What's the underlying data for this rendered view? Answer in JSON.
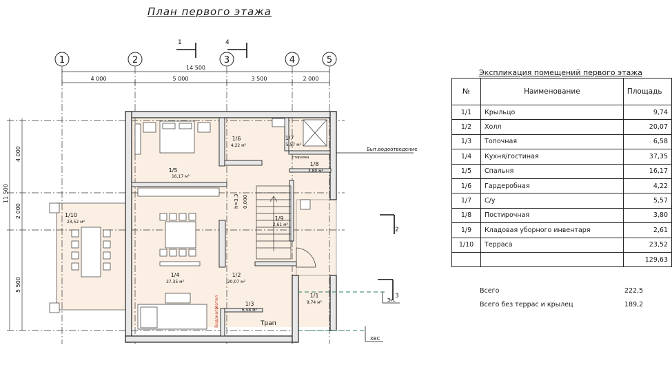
{
  "title": "План первого этажа",
  "axes": [
    "1",
    "2",
    "3",
    "4",
    "5"
  ],
  "section_marks": {
    "s1": "1",
    "s2": "2",
    "s3": "3",
    "s4": "4"
  },
  "dims_top": {
    "total": "14 500",
    "d1": "4 000",
    "d2": "5 000",
    "d3": "3 500",
    "d4": "2 000"
  },
  "dims_left": {
    "total": "11 500",
    "d1": "4 000",
    "d2": "2 000",
    "d3": "5 500"
  },
  "rooms": [
    {
      "num": "1/1",
      "area": "9,74 м²"
    },
    {
      "num": "1/2",
      "area": "20,07 м²"
    },
    {
      "num": "1/3",
      "area": "6,58 м²"
    },
    {
      "num": "1/4",
      "area": "37,35 м²"
    },
    {
      "num": "1/5",
      "area": "16,17 м²"
    },
    {
      "num": "1/6",
      "area": "4,22 м²"
    },
    {
      "num": "1/7",
      "area": "5,57 м²"
    },
    {
      "num": "1/8",
      "area": "3,80 м²"
    },
    {
      "num": "1/9",
      "area": "2,61 м²"
    },
    {
      "num": "1/10",
      "area": "23,52 м²"
    }
  ],
  "labels": {
    "sewer": "Быт.водоотведение",
    "water": "ХВС",
    "electric": "Эл.",
    "ladder": "Трап",
    "boiler": "Котел",
    "heat_label": "Водонагр.",
    "height": "h=3,3",
    "level": "0,000",
    "shower": "стиралка"
  },
  "explication": {
    "title": "Экспликация помещений первого этажа",
    "headers": [
      "№",
      "Наименование",
      "Площадь"
    ],
    "rows": [
      {
        "n": "1/1",
        "name": "Крыльцо",
        "area": "9,74"
      },
      {
        "n": "1/2",
        "name": "Холл",
        "area": "20,07"
      },
      {
        "n": "1/3",
        "name": "Топочная",
        "area": "6,58"
      },
      {
        "n": "1/4",
        "name": "Кухня/гостиная",
        "area": "37,35"
      },
      {
        "n": "1/5",
        "name": "Спальня",
        "area": "16,17"
      },
      {
        "n": "1/6",
        "name": "Гардеробная",
        "area": "4,22"
      },
      {
        "n": "1/7",
        "name": "С/у",
        "area": "5,57"
      },
      {
        "n": "1/8",
        "name": "Постирочная",
        "area": "3,80"
      },
      {
        "n": "1/9",
        "name": "Кладовая уборного инвентаря",
        "area": "2,61"
      },
      {
        "n": "1/10",
        "name": "Терраса",
        "area": "23,52"
      }
    ],
    "subtotal": "129,63",
    "total_label": "Всего",
    "total": "222,5",
    "total2_label": "Всего без террас и крылец",
    "total2": "189,2"
  }
}
